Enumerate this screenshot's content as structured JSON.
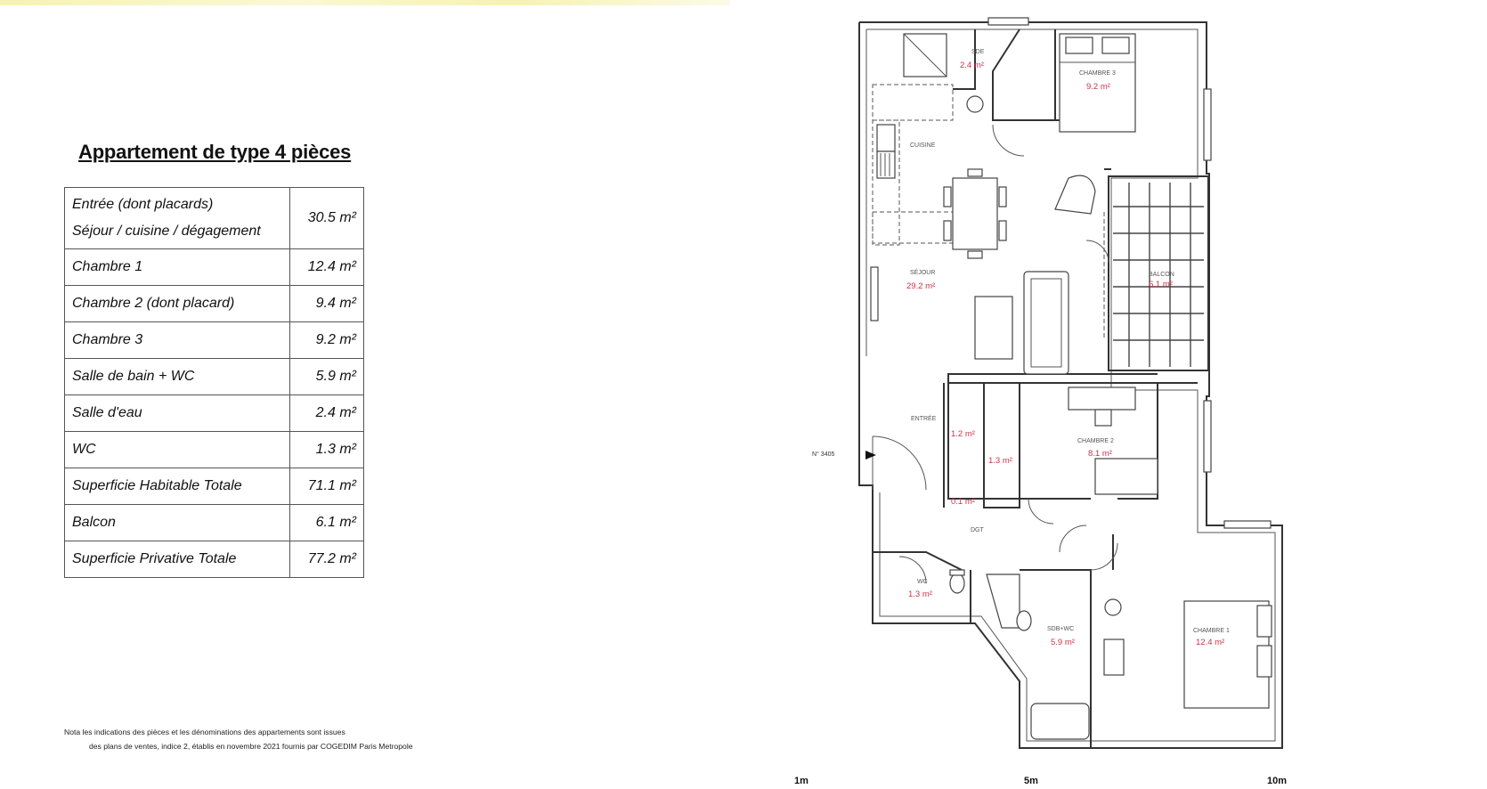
{
  "document": {
    "title": "Appartement de type 4 pièces",
    "areas_table": [
      {
        "label_lines": [
          "Entrée (dont placards)",
          "Séjour / cuisine / dégagement"
        ],
        "value": "30.5 m²"
      },
      {
        "label_lines": [
          "Chambre 1"
        ],
        "value": "12.4 m²"
      },
      {
        "label_lines": [
          "Chambre 2 (dont placard)"
        ],
        "value": "9.4 m²"
      },
      {
        "label_lines": [
          "Chambre 3"
        ],
        "value": "9.2 m²"
      },
      {
        "label_lines": [
          "Salle de bain  + WC"
        ],
        "value": "5.9 m²"
      },
      {
        "label_lines": [
          "Salle d'eau"
        ],
        "value": "2.4 m²"
      },
      {
        "label_lines": [
          "WC"
        ],
        "value": "1.3 m²"
      },
      {
        "label_lines": [
          "Superficie Habitable Totale"
        ],
        "value": "71.1 m²"
      },
      {
        "label_lines": [
          "Balcon"
        ],
        "value": "6.1 m²"
      },
      {
        "label_lines": [
          "Superficie Privative Totale"
        ],
        "value": "77.2 m²"
      }
    ],
    "note": {
      "line1": "Nota  les indications des pièces et les dénominations des appartements sont issues",
      "line2": "des plans de ventes, indice 2, établis en novembre 2021 fournis par COGEDIM Paris Metropole"
    }
  },
  "plan": {
    "rooms": {
      "sde": {
        "name": "SDE",
        "area": "2.4 m²"
      },
      "chambre3": {
        "name": "CHAMBRE 3",
        "area": "9.2 m²"
      },
      "cuisine": {
        "name": "CUISINE"
      },
      "sejour": {
        "name": "SÉJOUR",
        "area": "29.2 m²"
      },
      "balcon": {
        "name": "BALCON",
        "area": "6.1 m²"
      },
      "entree": {
        "name": "ENTRÉE"
      },
      "chambre2": {
        "name": "CHAMBRE 2",
        "area": "8.1 m²"
      },
      "dgt": {
        "name": "DGT"
      },
      "wc": {
        "name": "WC",
        "area": "1.3 m²"
      },
      "sdb": {
        "name": "SDB+WC",
        "area": "5.9 m²"
      },
      "chambre1": {
        "name": "CHAMBRE 1",
        "area": "12.4 m²"
      }
    },
    "closets": {
      "c1": "1.2 m²",
      "c2": "1.3 m²",
      "c3": "0.1 m²"
    },
    "door_number": "N° 3405",
    "scale": {
      "s1": "1m",
      "s2": "5m",
      "s3": "10m"
    }
  }
}
